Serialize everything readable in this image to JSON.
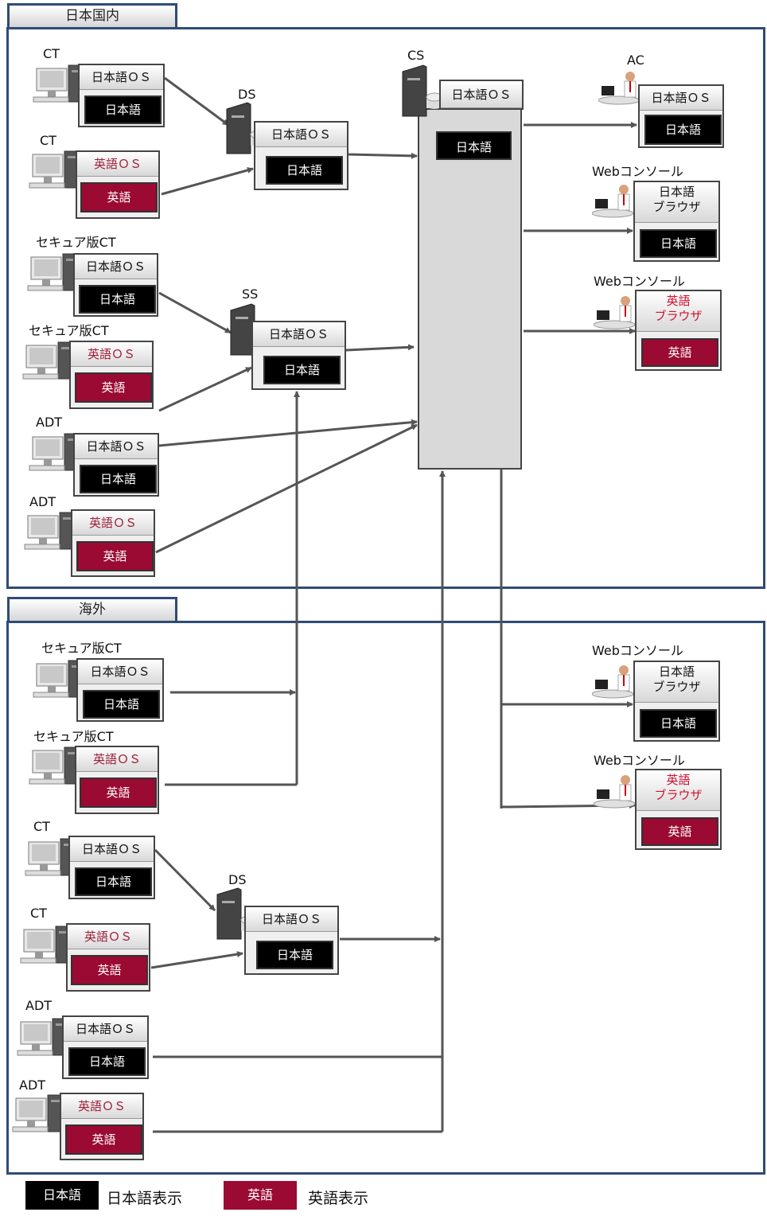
{
  "regions": {
    "domestic": "日本国内",
    "overseas": "海外"
  },
  "labels": {
    "ct": "CT",
    "ds": "DS",
    "ss": "SS",
    "cs": "CS",
    "ac": "AC",
    "adt": "ADT",
    "secure_ct": "セキュア版CT",
    "web_console": "Webコンソール"
  },
  "box": {
    "ja_os": "日本語ＯＳ",
    "en_os": "英語ＯＳ",
    "ja": "日本語",
    "en": "英語",
    "ja_browser": "日本語\nブラウザ",
    "en_browser": "英語\nブラウザ"
  },
  "legend": {
    "ja_box": "日本語",
    "ja_text": "日本語表示",
    "en_box": "英語",
    "en_text": "英語表示"
  },
  "colors": {
    "region_border": "#2f4b78",
    "japanese_box": "#000000",
    "english_box": "#9a0a32",
    "english_os_text": "#a0203c"
  }
}
